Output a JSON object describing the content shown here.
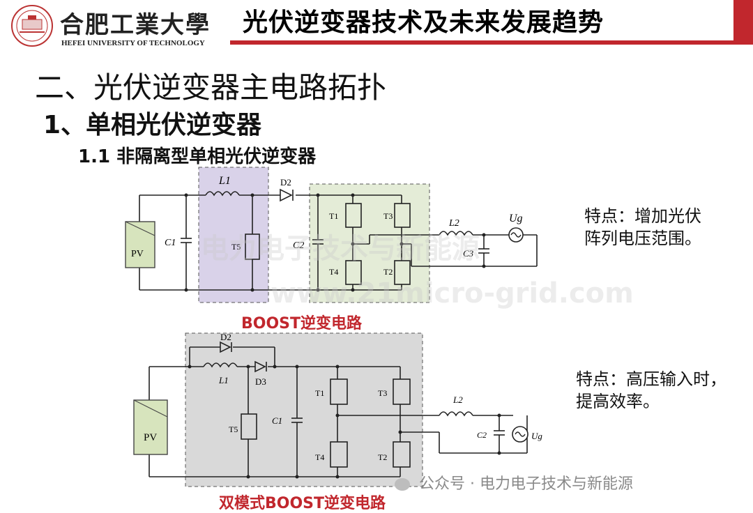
{
  "header": {
    "logo_cn": "合肥工業大學",
    "logo_en": "HEFEI UNIVERSITY OF TECHNOLOGY",
    "title": "光伏逆变器技术及未来发展趋势"
  },
  "headings": {
    "h1": "二、光伏逆变器主电路拓扑",
    "h2": "1、单相光伏逆变器",
    "h3": "1.1 非隔离型单相光伏逆变器"
  },
  "circuit1": {
    "pv": "PV",
    "c1": "C1",
    "l1": "L1",
    "d2": "D2",
    "t5": "T5",
    "c2": "C2",
    "t1": "T1",
    "t2": "T2",
    "t3": "T3",
    "t4": "T4",
    "l2": "L2",
    "c3": "C3",
    "ug": "Ug",
    "caption": "BOOST逆变电路"
  },
  "circuit2": {
    "pv": "PV",
    "l1": "L1",
    "d2": "D2",
    "d3": "D3",
    "t5": "T5",
    "c1": "C1",
    "t1": "T1",
    "t2": "T2",
    "t3": "T3",
    "t4": "T4",
    "l2": "L2",
    "c2": "C2",
    "ug": "Ug",
    "caption": "双模式BOOST逆变电路"
  },
  "features": {
    "f1_line1": "特点：增加光伏",
    "f1_line2": "阵列电压范围。",
    "f2_line1": "特点：高压输入时，",
    "f2_line2": "提高效率。"
  },
  "watermarks": {
    "wm1": "电力电子技术与新能源",
    "wm2": "www.21micro-grid.com"
  },
  "footer": {
    "text": "公众号 · 电力电子技术与新能源"
  },
  "colors": {
    "accent_red": "#c1272d",
    "boost_purple": "#d9d2e9",
    "inverter_green": "#e4ecd7",
    "grey_box": "#d9d9d9",
    "pv_green": "#d7e4bd"
  }
}
